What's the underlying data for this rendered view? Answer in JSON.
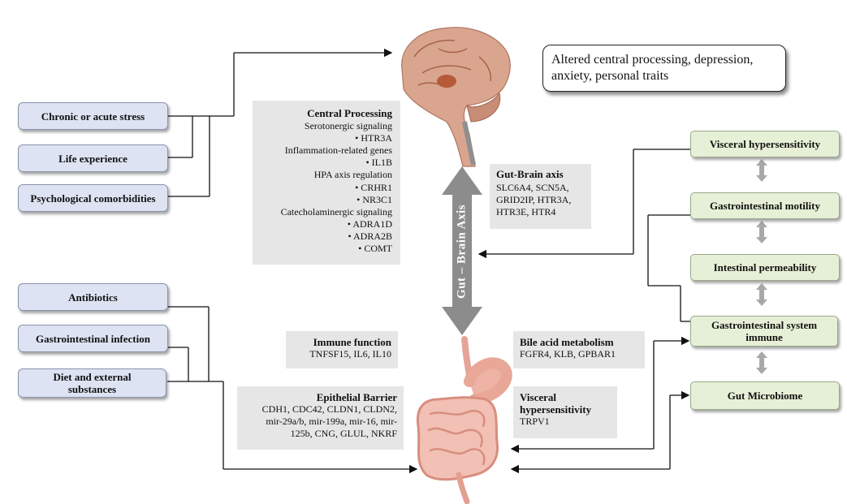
{
  "left_factors_top": [
    {
      "label": "Chronic or acute stress"
    },
    {
      "label": "Life experience"
    },
    {
      "label": "Psychological comorbidities"
    }
  ],
  "left_factors_bottom": [
    {
      "label": "Antibiotics"
    },
    {
      "label": "Gastrointestinal infection"
    },
    {
      "label": "Diet and external substances"
    }
  ],
  "central_processing": {
    "title": "Central Processing",
    "lines": [
      "Serotonergic signaling",
      "• HTR3A",
      "Inflammation-related genes",
      "• IL1B",
      "HPA axis regulation",
      "• CRHR1",
      "• NR3C1",
      "Catecholaminergic signaling",
      "• ADRA1D",
      "• ADRA2B",
      "• COMT"
    ]
  },
  "gut_brain_axis_box": {
    "title": "Gut-Brain axis",
    "lines": [
      "SLC6A4, SCN5A,",
      "GRID2IP, HTR3A,",
      "HTR3E, HTR4"
    ]
  },
  "axis_arrow_label": "Gut – Brain Axis",
  "immune_function": {
    "title": "Immune function",
    "text": "TNFSF15, IL6, IL10"
  },
  "bile_acid": {
    "title": "Bile acid metabolism",
    "text": "FGFR4, KLB, GPBAR1"
  },
  "epithelial_barrier": {
    "title": "Epithelial Barrier",
    "lines": [
      "CDH1, CDC42, CLDN1, CLDN2,",
      "mir-29a/b, mir-199a, mir-16, mir-",
      "125b, CNG, GLUL, NKRF"
    ]
  },
  "visceral_box": {
    "title_line1": "Visceral",
    "title_line2": "hypersensitivity",
    "text": "TRPV1"
  },
  "outcome_box": {
    "text": "Altered central processing, depression, anxiety, personal traits"
  },
  "right_outcomes": [
    {
      "label": "Visceral hypersensitivity"
    },
    {
      "label": "Gastrointestinal motility"
    },
    {
      "label": "Intestinal permeability"
    },
    {
      "label": "Gastrointestinal system immune"
    },
    {
      "label": "Gut Microbiome"
    }
  ],
  "colors": {
    "left_box": "#dde3f3",
    "right_box": "#e6f0d6",
    "gray_box": "#e6e6e6",
    "axis_arrow": "#8c8c8c"
  },
  "icons": [
    "brain-illustration",
    "digestive-tract-illustration"
  ]
}
